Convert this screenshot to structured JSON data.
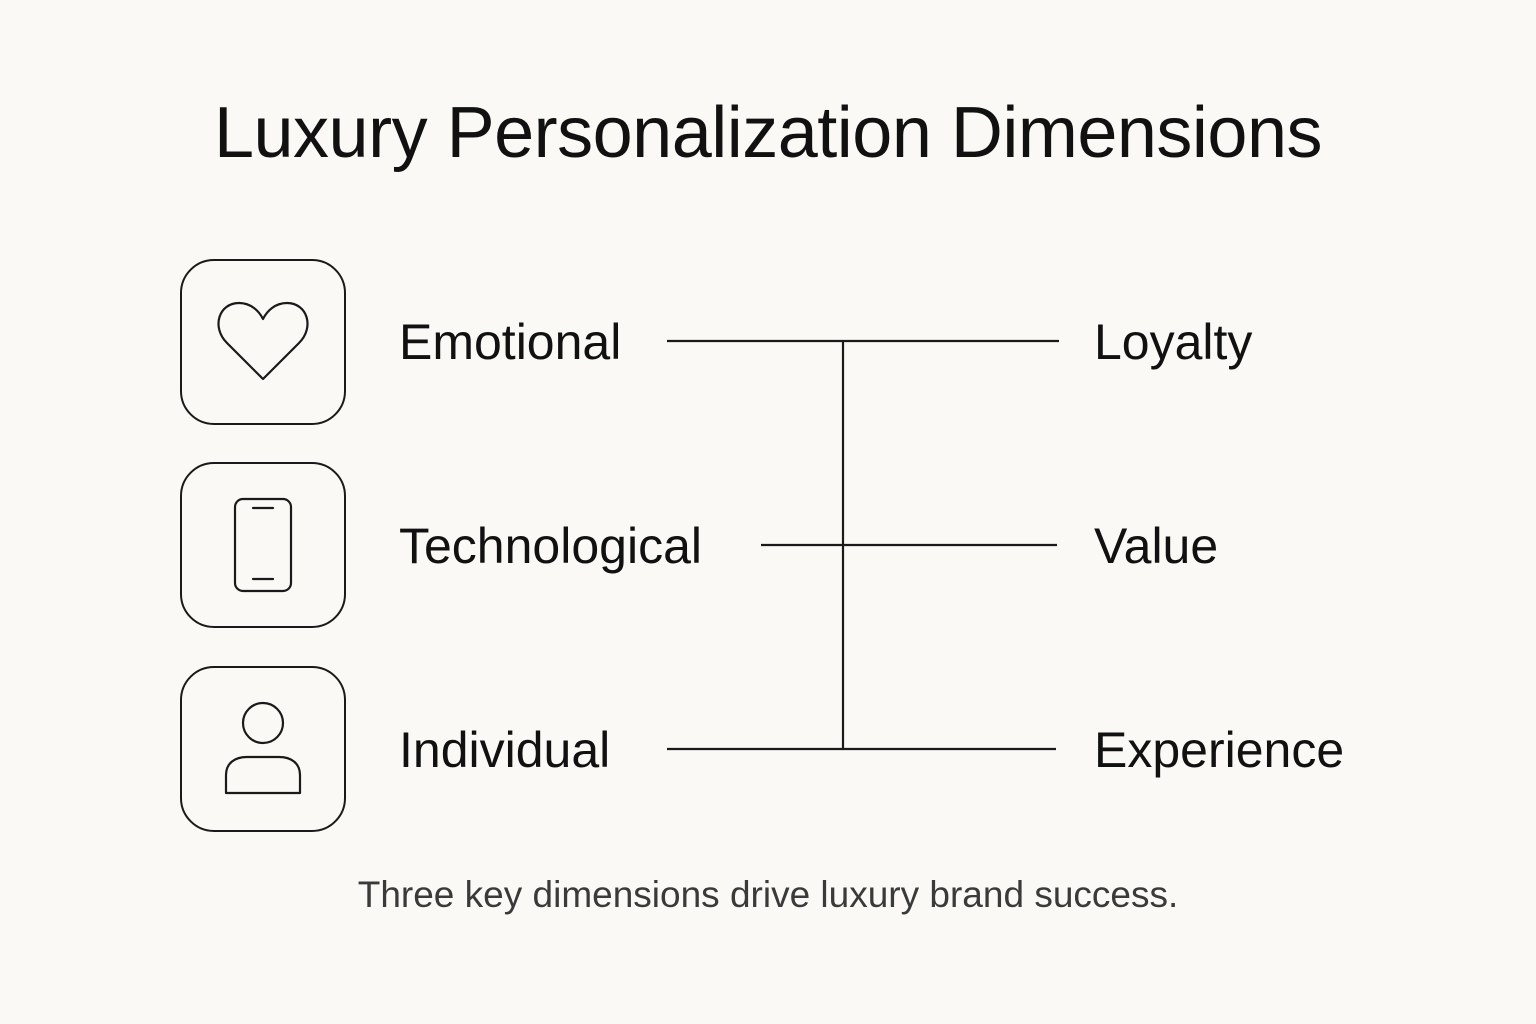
{
  "title": "Luxury Personalization Dimensions",
  "dimensions": [
    {
      "label": "Emotional",
      "icon": "heart-icon"
    },
    {
      "label": "Technological",
      "icon": "smartphone-icon"
    },
    {
      "label": "Individual",
      "icon": "person-icon"
    }
  ],
  "outcomes": [
    {
      "label": "Loyalty"
    },
    {
      "label": "Value"
    },
    {
      "label": "Experience"
    }
  ],
  "caption": "Three key dimensions drive luxury brand success.",
  "colors": {
    "background": "#faf9f5",
    "ink": "#111111",
    "caption": "#3a3a3a"
  }
}
